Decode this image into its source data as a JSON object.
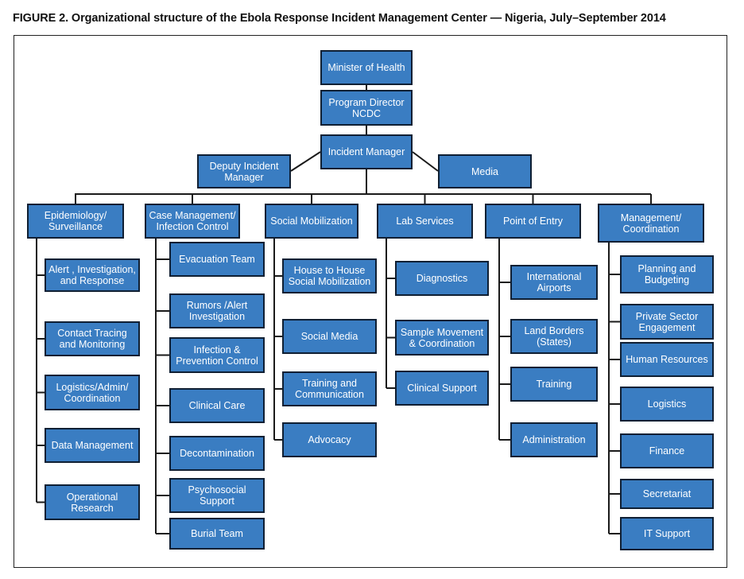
{
  "title": "FIGURE 2. Organizational structure of the Ebola Response Incident Management Center — Nigeria, July–September 2014",
  "top": {
    "minister": "Minister of Health",
    "program_director": "Program Director\nNCDC",
    "incident_manager": "Incident Manager",
    "deputy": "Deputy Incident\nManager",
    "media": "Media"
  },
  "columns": [
    {
      "head": "Epidemiology/\nSurveillance",
      "items": [
        "Alert , Investigation,\nand Response",
        "Contact Tracing\nand Monitoring",
        "Logistics/Admin/\nCoordination",
        "Data Management",
        "Operational\nResearch"
      ]
    },
    {
      "head": "Case Management/\nInfection Control",
      "items": [
        "Evacuation Team",
        "Rumors /Alert\nInvestigation",
        "Infection &\nPrevention Control",
        "Clinical Care",
        "Decontamination",
        "Psychosocial\nSupport",
        "Burial Team"
      ]
    },
    {
      "head": "Social Mobilization",
      "items": [
        "House to House\nSocial Mobilization",
        "Social Media",
        "Training and\nCommunication",
        "Advocacy"
      ]
    },
    {
      "head": "Lab Services",
      "items": [
        "Diagnostics",
        "Sample Movement\n& Coordination",
        "Clinical Support"
      ]
    },
    {
      "head": "Point of Entry",
      "items": [
        "International\nAirports",
        "Land Borders\n(States)",
        "Training",
        "Administration"
      ]
    },
    {
      "head": "Management/\nCoordination",
      "items": [
        "Planning and\nBudgeting",
        "Private Sector\nEngagement",
        "Human Resources",
        "Logistics",
        "Finance",
        "Secretariat",
        "IT Support"
      ]
    }
  ]
}
